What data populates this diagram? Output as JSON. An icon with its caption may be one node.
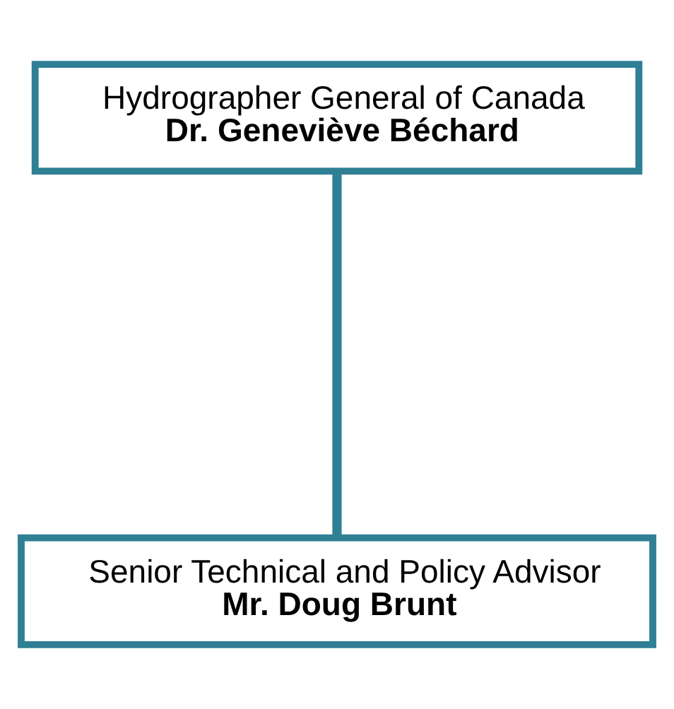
{
  "diagram": {
    "nodes": [
      {
        "text": [
          "Hydrographer General of Canada",
          "Dr. Geneviève Béchard"
        ]
      },
      {
        "text": [
          "Senior Technical and Policy Advisor",
          "Mr. Doug Brunt"
        ]
      }
    ],
    "edges": [
      {
        "from": 0,
        "to": 1,
        "arrow": "none"
      }
    ]
  }
}
